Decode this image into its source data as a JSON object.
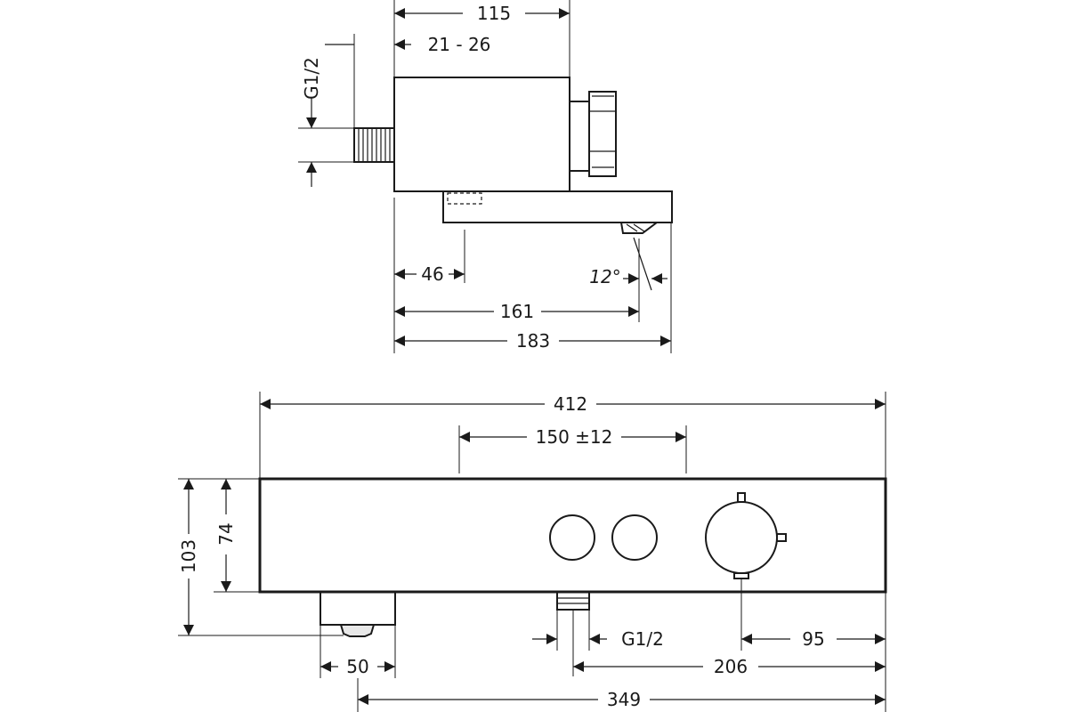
{
  "side_view": {
    "dims": {
      "depth": "115",
      "wall_offset": "21 - 26",
      "inlet_thread": "G1/2",
      "spout_outlet": "46",
      "spout_projection": "161",
      "overall_projection": "183",
      "spout_angle": "12°"
    }
  },
  "front_view": {
    "dims": {
      "overall_width": "412",
      "inlet_spacing": "150 ±12",
      "overall_height": "103",
      "body_height": "74",
      "outlet_width": "50",
      "inlet_thread": "G1/2",
      "knob_to_edge": "95",
      "inlet_to_edge": "206",
      "outlet_to_edge": "349"
    }
  },
  "colors": {
    "line": "#1a1a1a",
    "background": "#ffffff"
  }
}
